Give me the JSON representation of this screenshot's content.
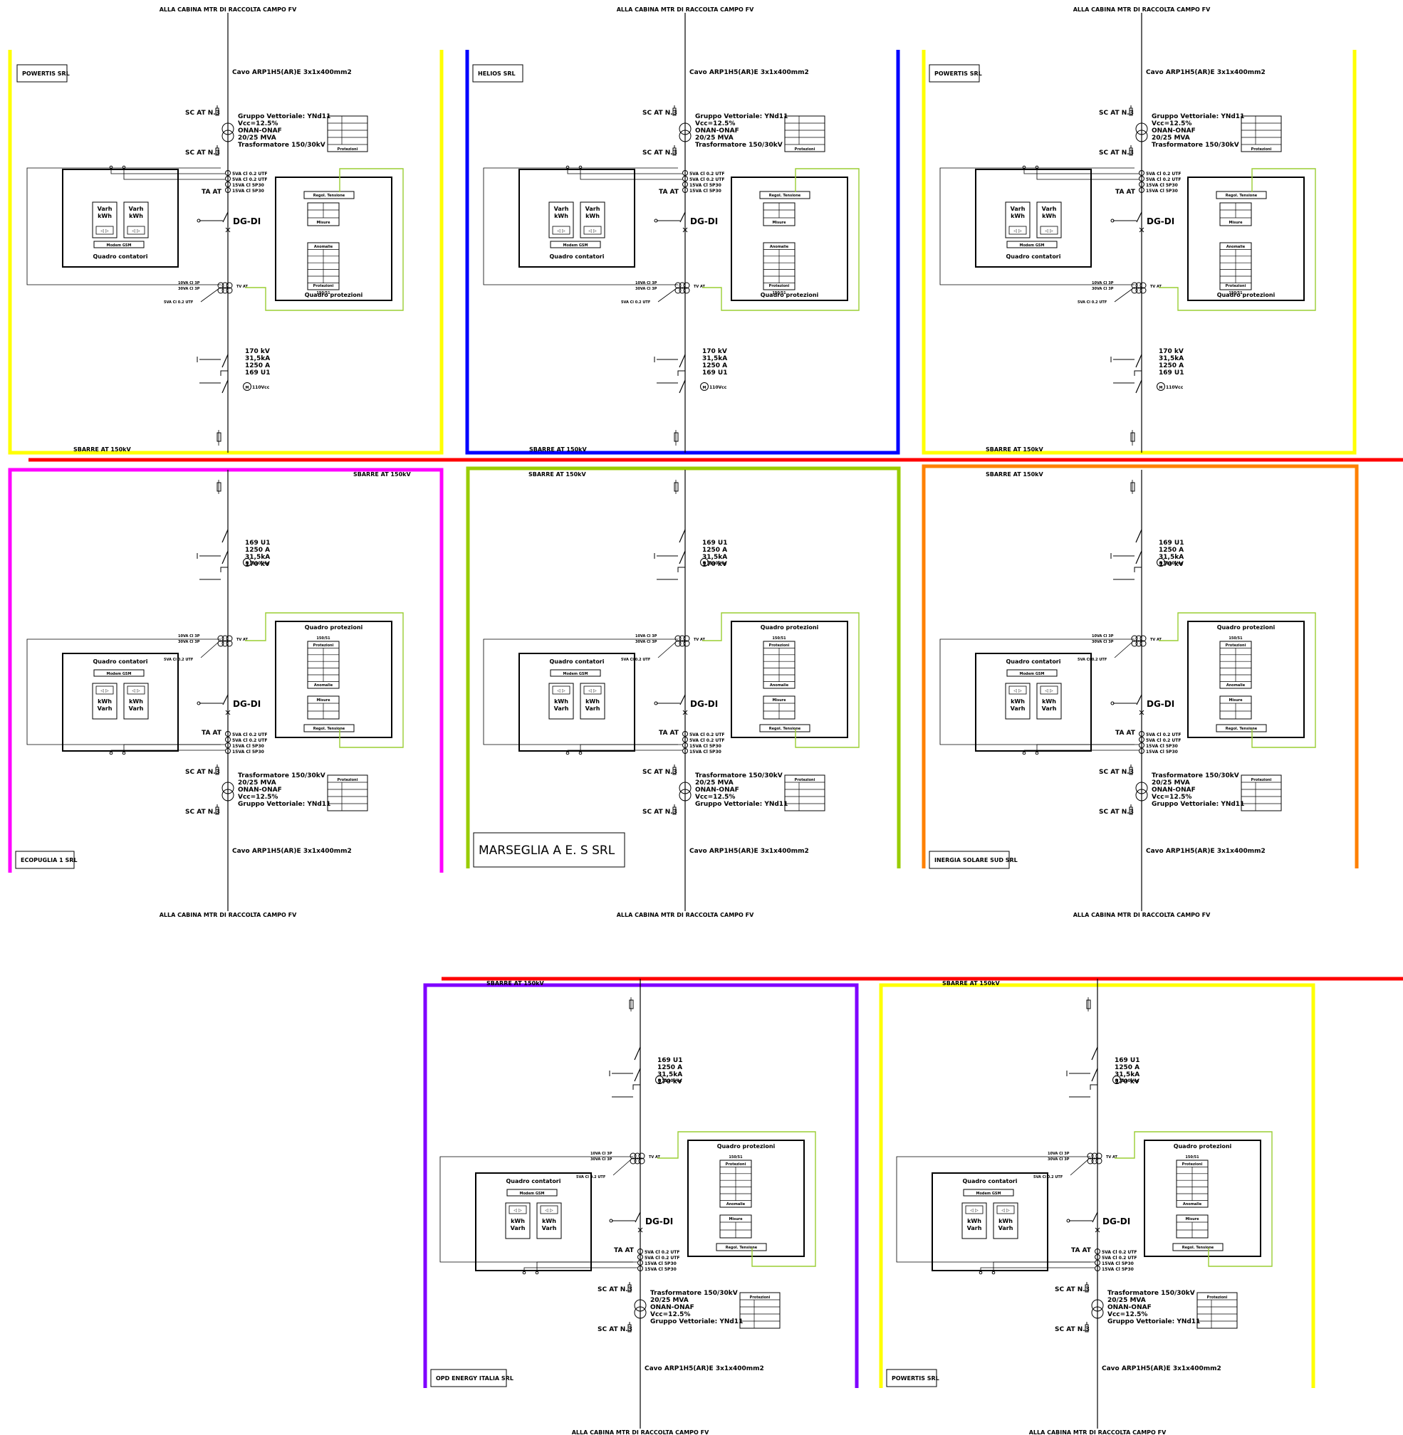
{
  "labels": {
    "cabina": "ALLA CABINA MTR DI RACCOLTA CAMPO FV",
    "sbarre": "SBARRE AT 150kV",
    "cavo": "Cavo ARP1H5(AR)E 3x1x400mm2",
    "gruppo": "Gruppo Vettoriale: YNd11",
    "vcc": "Vcc=12.5%",
    "onan": "ONAN-ONAF",
    "mva": "20/25 MVA",
    "trafo": "Trasformatore 150/30kV",
    "sc": "SC AT N.3",
    "ta": "TA AT",
    "dgdi": "DG-DI",
    "kv": "170 kV",
    "ka": "31,5kA",
    "amp": "1250 A",
    "u1": "169 U1",
    "motor": "110Vcc",
    "quadro_contatori": "Quadro contatori",
    "quadro_protezioni": "Quadro protezioni",
    "modem": "Modem GSM",
    "varh": "Varh",
    "kwh": "kWh",
    "arrows": "◁  ▷",
    "regol": "Regol. Tensione",
    "misure": "Misure",
    "anomalie": "Anomalie",
    "protezioni": "Protezioni",
    "prot_code": "150/51",
    "ct1": "5VA Cl 0.2 UTF",
    "ct2": "15VA Cl 5P30",
    "tvr": "10VA Cl 3P",
    "tvr2": "30VA Cl 3P",
    "tv": "TV AT"
  },
  "companies": {
    "top_left": "POWERTIS SRL",
    "top_mid": "HELIOS SRL",
    "top_right": "POWERTIS SRL",
    "mid_left": "ECOPUGLIA 1 SRL",
    "mid_mid": "MARSEGLIA A E. S SRL",
    "mid_right": "INERGIA SOLARE SUD SRL",
    "bot_left": "OPD ENERGY ITALIA SRL",
    "bot_right": "POWERTIS SRL"
  },
  "colors": {
    "busbar": "#ff0000",
    "yellow": "#ffff00",
    "blue": "#0000ff",
    "magenta": "#ff00ff",
    "lime": "#99cc00",
    "orange": "#ff8000",
    "purple": "#7f00ff",
    "signal": "#9acd32"
  }
}
